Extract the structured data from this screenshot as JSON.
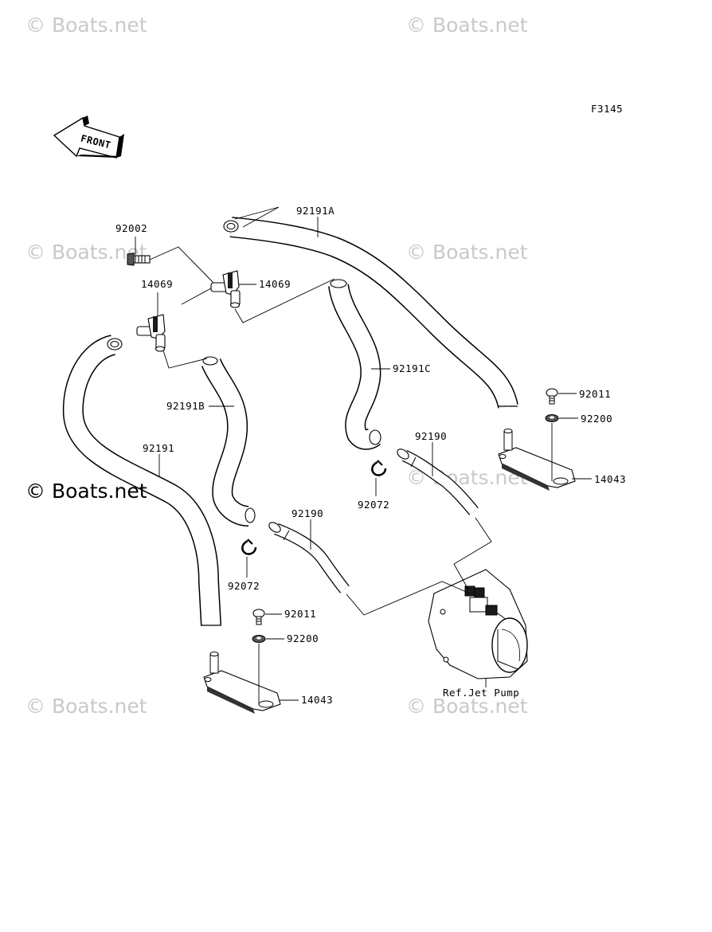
{
  "watermark": {
    "text": "© Boats.net"
  },
  "figure_code": "F3145",
  "front_arrow": {
    "label": "FRONT"
  },
  "parts": {
    "p92002": "92002",
    "p14069_left": "14069",
    "p14069_right": "14069",
    "p92191A": "92191A",
    "p92191B": "92191B",
    "p92191C": "92191C",
    "p92191": "92191",
    "p92190_upper": "92190",
    "p92190_lower": "92190",
    "p92072_upper": "92072",
    "p92072_lower": "92072",
    "p92011_upper": "92011",
    "p92011_lower": "92011",
    "p92200_upper": "92200",
    "p92200_lower": "92200",
    "p14043_upper": "14043",
    "p14043_lower": "14043"
  },
  "reference": {
    "jet_pump": "Ref.Jet Pump"
  }
}
